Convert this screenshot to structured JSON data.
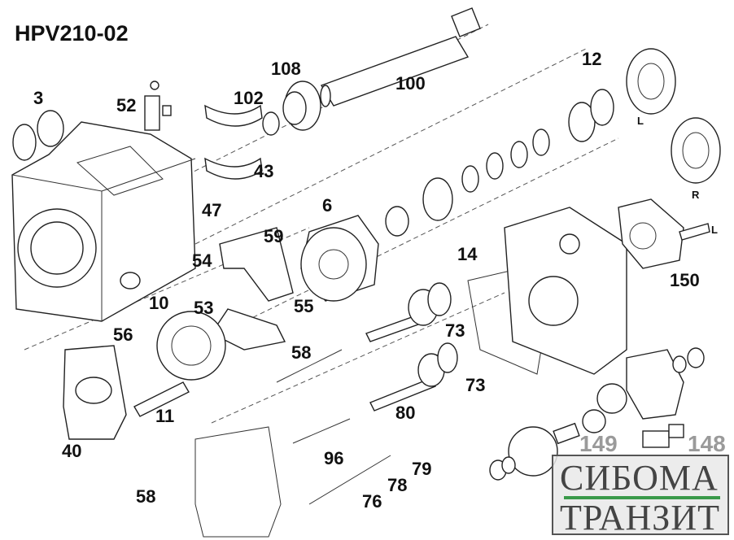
{
  "title": "HPV210-02",
  "labels": {
    "p3": "3",
    "p52": "52",
    "p108": "108",
    "p102": "102",
    "p100": "100",
    "p12": "12",
    "L1": "L",
    "R": "R",
    "p43": "43",
    "p47": "47",
    "p6": "6",
    "p59": "59",
    "p54": "54",
    "p14": "14",
    "p150": "150",
    "L2": "L",
    "p10": "10",
    "p53": "53",
    "p55": "55",
    "p56": "56",
    "p73a": "73",
    "p58a": "58",
    "p73b": "73",
    "p11": "11",
    "p80": "80",
    "p40": "40",
    "p96": "96",
    "p79": "79",
    "p78": "78",
    "p76": "76",
    "p58b": "58",
    "p149": "149",
    "p148": "148"
  },
  "watermark": {
    "line1": "СИБОМА",
    "line2": "ТРАНЗИТ",
    "accent": "#3a9a4a"
  }
}
